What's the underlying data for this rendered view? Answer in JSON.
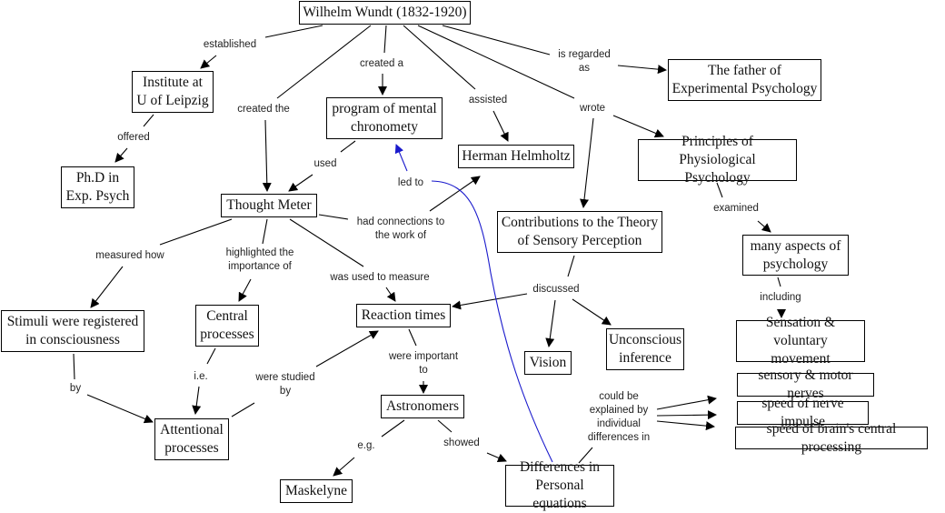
{
  "concepts": {
    "wundt": "Wilhelm Wundt (1832-1920)",
    "institute": "Institute at\nU of Leipzig",
    "phd": "Ph.D in\nExp. Psych",
    "chronometry": "program of mental\nchronomety",
    "helmholtz": "Herman Helmholtz",
    "father": "The father of\nExperimental Psychology",
    "principles": "Principles of Physiological\nPsychology",
    "thought_meter": "Thought Meter",
    "contributions": "Contributions to the Theory\nof Sensory Perception",
    "many_aspects": "many aspects of\npsychology",
    "stimuli": "Stimuli were registered\nin consciousness",
    "central": "Central\nprocesses",
    "reaction": "Reaction times",
    "vision": "Vision",
    "unconscious": "Unconscious\ninference",
    "sensation": "Sensation & voluntary\nmovement",
    "sensory_motor": "sensory & motor nerves",
    "nerve_impulse": "speed of nerve impulse",
    "brain_speed": "speed of brain's central processing",
    "attentional": "Attentional\nprocesses",
    "astronomers": "Astronomers",
    "maskelyne": "Maskelyne",
    "differences": "Differences in\nPersonal equations"
  },
  "links": {
    "established": "established",
    "created_a": "created a",
    "created_the": "created the",
    "assisted": "assisted",
    "regarded": "is regarded\nas",
    "wrote": "wrote",
    "offered": "offered",
    "used": "used",
    "led_to": "led to",
    "had_connections": "had connections to\nthe work of",
    "examined": "examined",
    "measured_how": "measured how",
    "highlighted": "highlighted the\nimportance of",
    "was_used": "was used to measure",
    "discussed": "discussed",
    "including": "including",
    "were_important": "were important\nto",
    "by": "by",
    "ie": "i.e.",
    "were_studied": "were studied\nby",
    "could_be": "could be\nexplained by\nindividual\ndifferences in",
    "eg": "e.g.",
    "showed": "showed"
  },
  "colors": {
    "line": "#000000",
    "highlight_link": "#1a1acc"
  }
}
